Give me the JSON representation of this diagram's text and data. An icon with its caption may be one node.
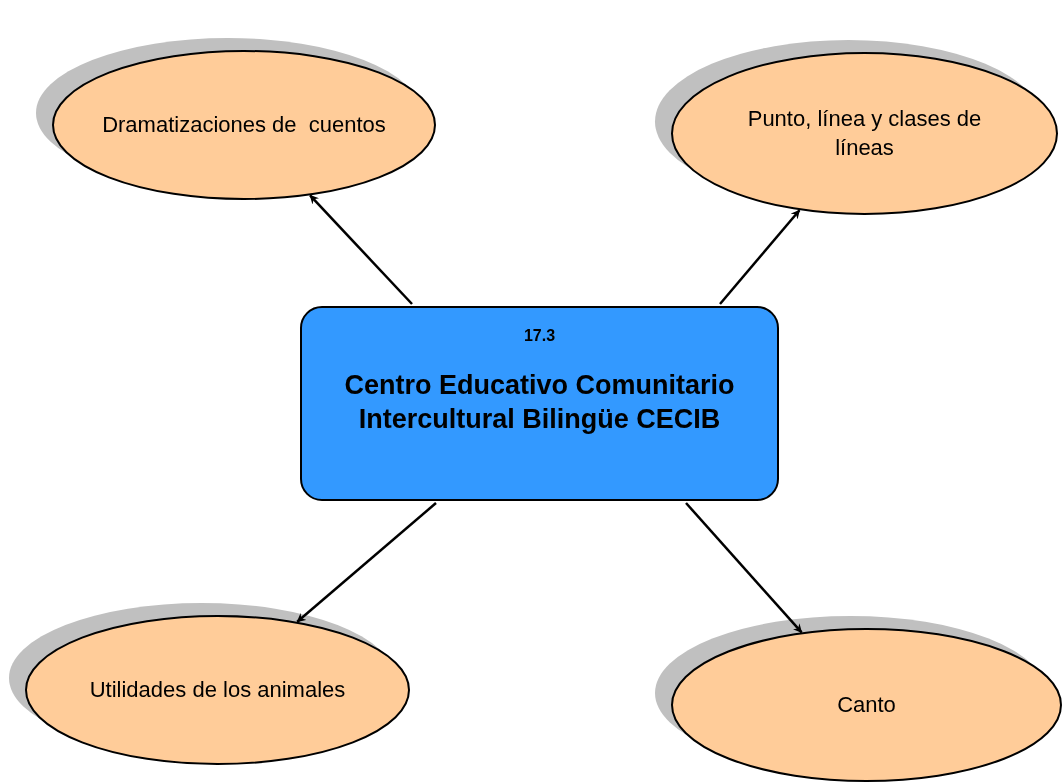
{
  "diagram": {
    "nodes": [
      {
        "text": [
          "Dramatizaciones de  cuentos"
        ]
      },
      {
        "text": [
          "Punto, línea y clases de líneas"
        ]
      },
      {
        "text": [
          "17.3",
          "Centro Educativo Comunitario Intercultural Bilingüe CECIB"
        ]
      },
      {
        "text": [
          "Utilidades de los animales"
        ]
      },
      {
        "text": [
          "Canto"
        ]
      }
    ],
    "edges": [
      {
        "from": 2,
        "to": 0,
        "arrow": "to"
      },
      {
        "from": 2,
        "to": 1,
        "arrow": "to"
      },
      {
        "from": 2,
        "to": 3,
        "arrow": "to"
      },
      {
        "from": 2,
        "to": 4,
        "arrow": "to"
      }
    ]
  }
}
